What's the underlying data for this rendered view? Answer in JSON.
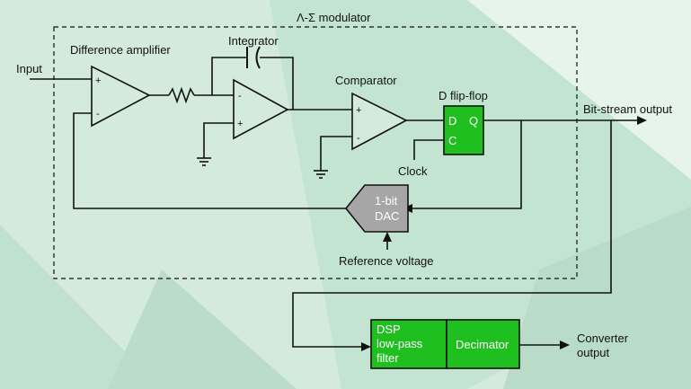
{
  "title": "Λ-Σ modulator",
  "labels": {
    "input": "Input",
    "difference_amplifier": "Difference amplifier",
    "integrator": "Integrator",
    "comparator": "Comparator",
    "d_flip_flop": "D flip-flop",
    "bit_stream_output": "Bit-stream output",
    "clock": "Clock",
    "reference_voltage": "Reference voltage",
    "converter_output_line1": "Converter",
    "converter_output_line2": "output"
  },
  "blocks": {
    "flipflop_d": "D",
    "flipflop_q": "Q",
    "flipflop_c": "C",
    "dac_line1": "1-bit",
    "dac_line2": "DAC",
    "dsp_line1": "DSP",
    "dsp_line2": "low-pass",
    "dsp_line3": "filter",
    "decimator": "Decimator"
  },
  "opamp_signs": {
    "plus": "+",
    "minus": "-"
  },
  "colors": {
    "background": "#d3eadd",
    "green_block": "#1fbf1f",
    "dac_fill": "#a6a6a6",
    "line": "#111111"
  }
}
